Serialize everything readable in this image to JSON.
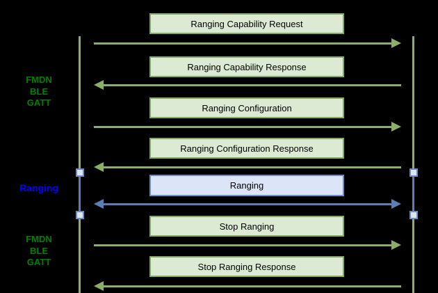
{
  "diagram_type": "sequence-diagram",
  "colors": {
    "background": "#000000",
    "green-fill": "#dcead3",
    "green-stroke": "#83aa64",
    "green-arrow": "#8cae68",
    "blue-fill": "#dbe5f7",
    "blue-stroke": "#6c8ebf",
    "blue-arrow": "#5b7fb4",
    "label-green": "#008000",
    "label-blue": "#0000ff",
    "box-text": "#000000"
  },
  "side_labels": [
    {
      "id": "fmdn-ble-gatt-top",
      "lines": [
        "FMDN",
        "BLE",
        "GATT"
      ]
    },
    {
      "id": "ranging",
      "lines": [
        "Ranging"
      ]
    },
    {
      "id": "fmdn-ble-gatt-bottom",
      "lines": [
        "FMDN",
        "BLE",
        "GATT"
      ]
    }
  ],
  "messages": [
    {
      "label": "Ranging Capability Request",
      "direction": "right",
      "theme": "green"
    },
    {
      "label": "Ranging Capability Response",
      "direction": "left",
      "theme": "green"
    },
    {
      "label": "Ranging Configuration",
      "direction": "right",
      "theme": "green"
    },
    {
      "label": "Ranging Configuration Response",
      "direction": "left",
      "theme": "green"
    },
    {
      "label": "Ranging",
      "direction": "both",
      "theme": "blue"
    },
    {
      "label": "Stop Ranging",
      "direction": "right",
      "theme": "green"
    },
    {
      "label": "Stop Ranging Response",
      "direction": "left",
      "theme": "green"
    }
  ]
}
